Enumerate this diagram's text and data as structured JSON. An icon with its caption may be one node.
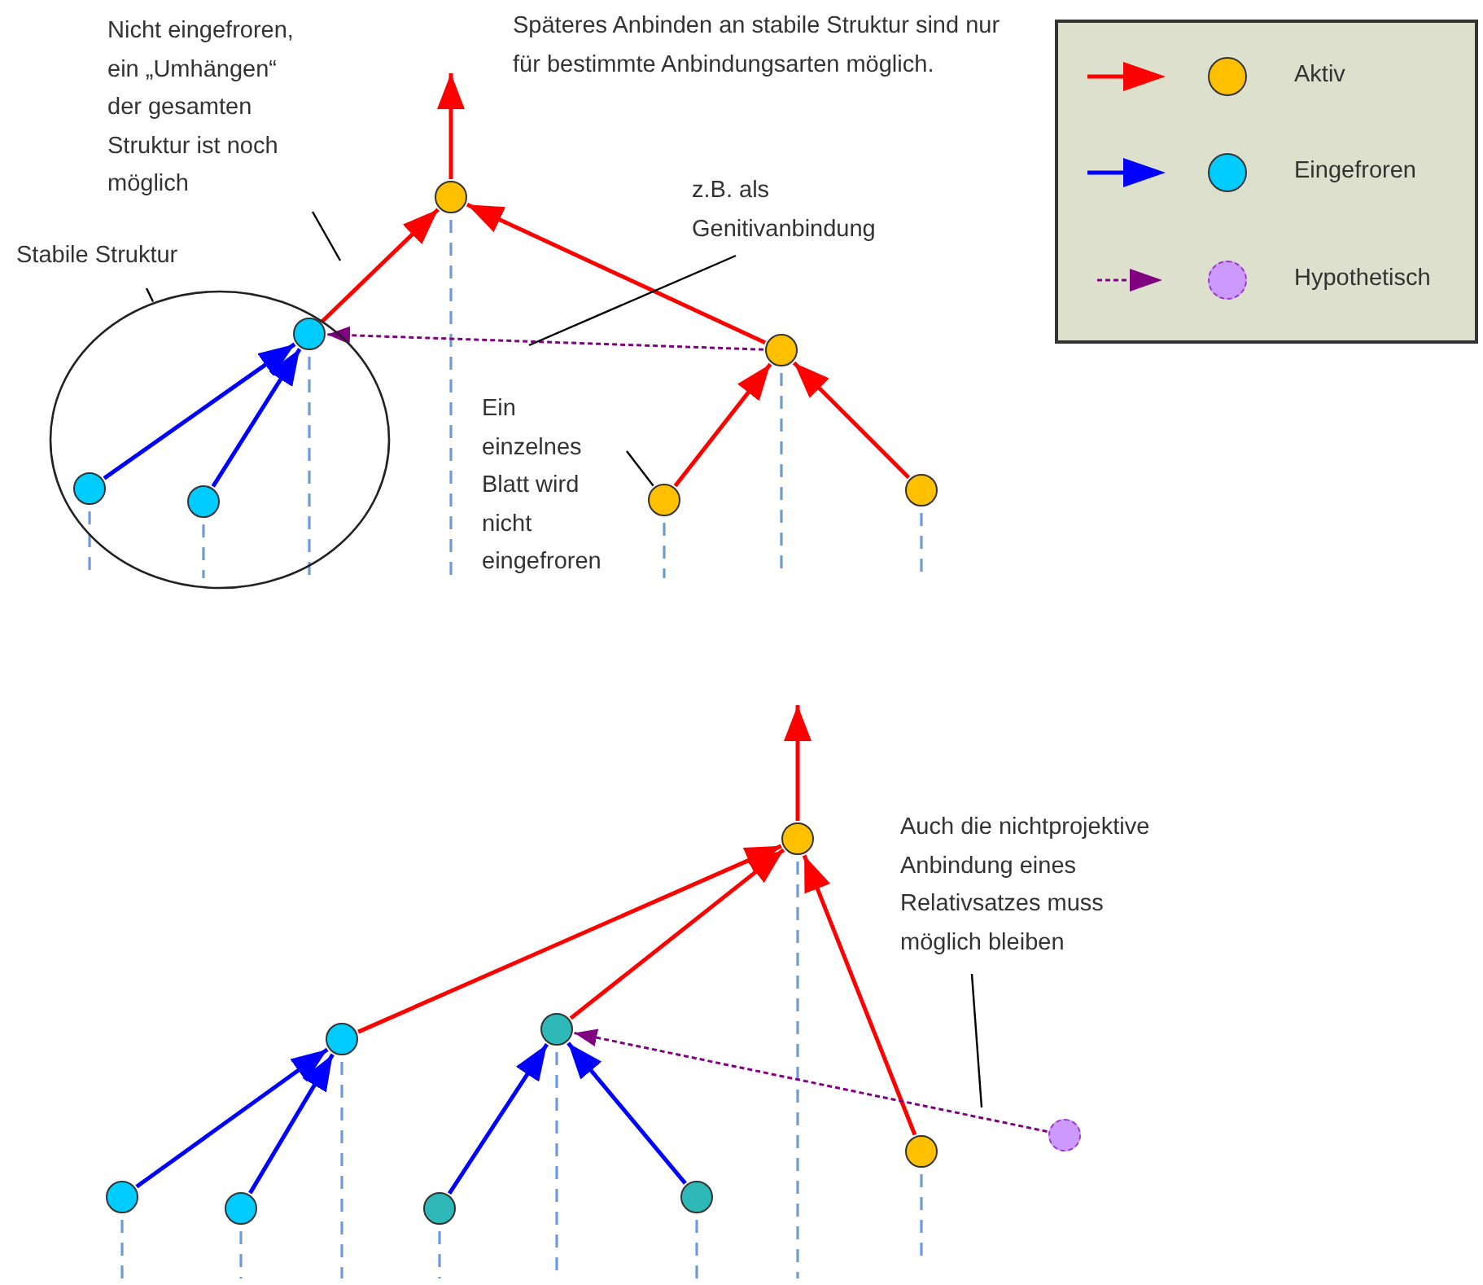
{
  "diagram": {
    "nodes": [
      {
        "text": [
          "Nicht eingefroren, ein „Umhängen“ der gesamten Struktur ist noch möglich"
        ]
      },
      {
        "text": [
          "z.B. als Genitivanbindung"
        ]
      },
      {
        "text": [
          "Stabile Struktur"
        ]
      },
      {
        "text": [],
        "shape": "ellipse"
      },
      {
        "text": [],
        "shape": "circle",
        "in": 3
      },
      {
        "text": [],
        "shape": "circle",
        "in": 3
      },
      {
        "text": [],
        "shape": "circle",
        "in": 3
      },
      {
        "text": [],
        "shape": "circle"
      },
      {
        "text": [],
        "shape": "circle"
      },
      {
        "text": [],
        "shape": "circle"
      },
      {
        "text": [],
        "shape": "circle"
      },
      {
        "text": [
          "Ein einzelnes Blatt wird nicht eingefroren"
        ]
      },
      {
        "text": [],
        "shape": "circle"
      },
      {
        "text": [],
        "shape": "circle"
      },
      {
        "text": [],
        "shape": "circle"
      },
      {
        "text": [],
        "shape": "circle"
      },
      {
        "text": [],
        "shape": "circle"
      },
      {
        "text": [],
        "shape": "circle"
      },
      {
        "text": [],
        "shape": "circle"
      },
      {
        "text": [],
        "shape": "circle"
      },
      {
        "text": [],
        "shape": "circle"
      },
      {
        "text": [
          "Auch die nichtprojektive Anbindung eines Relativsatzes muss möglich bleiben"
        ]
      }
    ],
    "edges": [
      {
        "from": 7,
        "to": null,
        "arrow": "to"
      },
      {
        "from": 4,
        "to": 6,
        "arrow": "to",
        "color": "#0000ff"
      },
      {
        "from": 5,
        "to": 6,
        "arrow": "to",
        "color": "#0000ff"
      },
      {
        "from": 6,
        "to": 7,
        "arrow": "to"
      },
      {
        "from": 8,
        "to": 7,
        "arrow": "to"
      },
      {
        "from": 9,
        "to": 8,
        "arrow": "to"
      },
      {
        "from": 10,
        "to": 8,
        "arrow": "to"
      },
      {
        "from": 8,
        "to": 6,
        "arrow": "to",
        "style": "dashed",
        "color": "#800080"
      },
      {
        "from": 0,
        "to": null,
        "arrow": "none",
        "color": "#000000"
      },
      {
        "from": 1,
        "to": null,
        "arrow": "none",
        "color": "#000000"
      },
      {
        "from": 2,
        "to": 3,
        "arrow": "none",
        "color": "#000000"
      },
      {
        "from": 11,
        "to": 9,
        "arrow": "none",
        "color": "#000000"
      },
      {
        "from": 12,
        "to": null,
        "arrow": "to"
      },
      {
        "from": 13,
        "to": 12,
        "arrow": "to"
      },
      {
        "from": 14,
        "to": 12,
        "arrow": "to"
      },
      {
        "from": 19,
        "to": 12,
        "arrow": "to"
      },
      {
        "from": 15,
        "to": 13,
        "arrow": "to",
        "color": "#0000ff"
      },
      {
        "from": 16,
        "to": 13,
        "arrow": "to",
        "color": "#0000ff"
      },
      {
        "from": 17,
        "to": 14,
        "arrow": "to",
        "color": "#0000ff"
      },
      {
        "from": 18,
        "to": 14,
        "arrow": "to",
        "color": "#0000ff"
      },
      {
        "from": 20,
        "to": 14,
        "arrow": "to",
        "style": "dashed",
        "color": "#800080"
      },
      {
        "from": 21,
        "to": null,
        "arrow": "none",
        "color": "#000000"
      }
    ],
    "labels": [
      "Späteres Anbinden an stabile Struktur sind nur für bestimmte Anbindungsarten möglich."
    ],
    "legend": [
      {
        "text": "Aktiv",
        "color": "#ffc000"
      },
      {
        "text": "Eingefroren",
        "color": "#00ccff"
      },
      {
        "text": "Hypothetisch",
        "color": "#cc99ff"
      }
    ]
  }
}
